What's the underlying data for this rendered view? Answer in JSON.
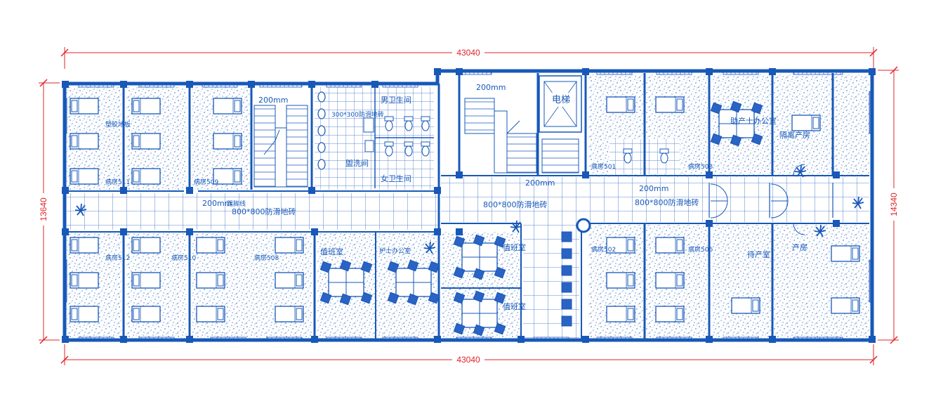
{
  "colors": {
    "wall": "#1758b8",
    "dimension": "#e0242b",
    "line": "#2a63c4",
    "background": "#ffffff"
  },
  "dimensions": {
    "top": "43040",
    "bottom": "43040",
    "left": "13640",
    "right": "14340"
  },
  "labels": {
    "corridor_finish_left": "800*800防滑地砖",
    "corridor_finish_mid": "800*800防滑地砖",
    "corridor_finish_right": "800*800防滑地砖",
    "skirting_1": "200mm",
    "skirting_2": "200mm",
    "skirting_3": "200mm",
    "skirting_4": "200mm",
    "skirting_5": "200mm",
    "skirting_note": "踢脚线",
    "washroom": "盥洗间",
    "washroom_tile": "300*300防滑地砖",
    "male_wc": "男卫生间",
    "female_wc": "女卫生间",
    "elevator": "电梯",
    "duty_room_1": "值班室",
    "duty_room_2": "值班室",
    "duty_room_3": "值班室",
    "nurse_office": "护士办公室",
    "midwife_office": "助产士办公室",
    "isolation_room": "隔离产房",
    "waiting_room": "待产室",
    "delivery_room": "产房",
    "ward_511": "病房511",
    "ward_509": "病房509",
    "ward_510": "病房510",
    "ward_512": "病房512",
    "ward_508": "病房508",
    "ward_501": "病房501",
    "ward_503": "病房503",
    "ward_502": "病房502",
    "ward_506": "病房506",
    "floor_finish": "塑胶地板"
  }
}
